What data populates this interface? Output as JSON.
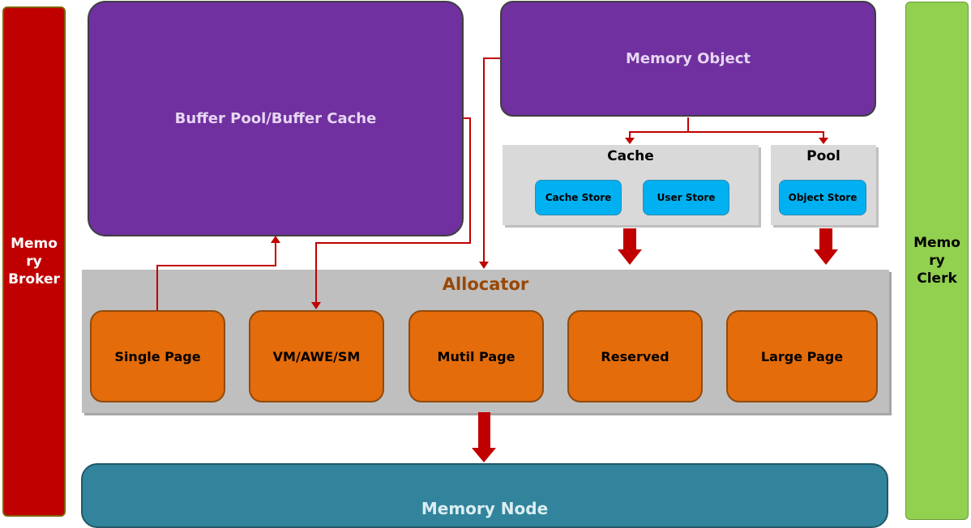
{
  "broker": {
    "label": "Memo\nry\nBroker"
  },
  "clerk": {
    "label": "Memo\nry\nClerk"
  },
  "buffer_pool": {
    "label": "Buffer Pool/Buffer Cache"
  },
  "memory_object": {
    "label": "Memory Object"
  },
  "cache": {
    "title": "Cache",
    "stores": [
      "Cache Store",
      "User Store"
    ]
  },
  "pool": {
    "title": "Pool",
    "stores": [
      "Object Store"
    ]
  },
  "allocator": {
    "title": "Allocator",
    "items": [
      "Single Page",
      "VM/AWE/SM",
      "Mutil Page",
      "Reserved",
      "Large Page"
    ]
  },
  "memory_node": {
    "label": "Memory Node"
  },
  "colors": {
    "broker": "#c00000",
    "clerk": "#92d050",
    "purple": "#7030a0",
    "store": "#00b0f0",
    "allocator_box": "#e46c0a",
    "allocator_title": "#984807",
    "memory_node": "#31849b",
    "connector": "#c00000"
  }
}
